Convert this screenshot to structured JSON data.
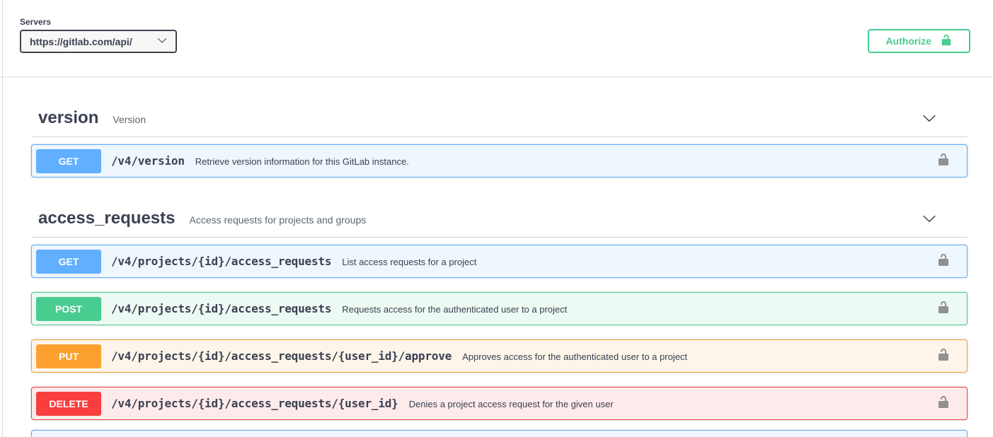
{
  "topbar": {
    "servers_label": "Servers",
    "server_selected": "https://gitlab.com/api/",
    "authorize_label": "Authorize"
  },
  "sections": [
    {
      "title": "version",
      "description": "Version",
      "operations": [
        {
          "method": "GET",
          "path": "/v4/version",
          "description": "Retrieve version information for this GitLab instance."
        }
      ]
    },
    {
      "title": "access_requests",
      "description": "Access requests for projects and groups",
      "operations": [
        {
          "method": "GET",
          "path": "/v4/projects/{id}/access_requests",
          "description": "List access requests for a project"
        },
        {
          "method": "POST",
          "path": "/v4/projects/{id}/access_requests",
          "description": "Requests access for the authenticated user to a project"
        },
        {
          "method": "PUT",
          "path": "/v4/projects/{id}/access_requests/{user_id}/approve",
          "description": "Approves access for the authenticated user to a project"
        },
        {
          "method": "DELETE",
          "path": "/v4/projects/{id}/access_requests/{user_id}",
          "description": "Denies a project access request for the given user"
        }
      ]
    }
  ],
  "colors": {
    "get": "#61affe",
    "post": "#49cc90",
    "put": "#fca130",
    "delete": "#f93e3e",
    "authorize_accent": "#49cc90",
    "row_lock_gray": "#909090",
    "heading_text": "#3b4151"
  }
}
